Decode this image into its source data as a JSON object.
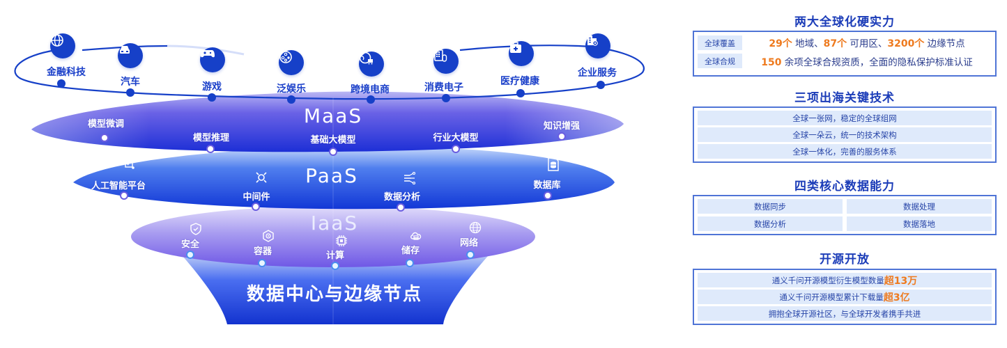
{
  "colors": {
    "primary_blue": "#1640c8",
    "heading_blue": "#1b3cb8",
    "accent_orange": "#ee7a1e",
    "row_bg": "#dfeafb",
    "box_border": "#4f74d6"
  },
  "industries": [
    {
      "label": "金融科技",
      "icon": "globe-icon"
    },
    {
      "label": "汽车",
      "icon": "car-icon"
    },
    {
      "label": "游戏",
      "icon": "gamepad-icon"
    },
    {
      "label": "泛娱乐",
      "icon": "film-reel-icon"
    },
    {
      "label": "跨境电商",
      "icon": "globe-cart-icon"
    },
    {
      "label": "消费电子",
      "icon": "keypad-mouse-icon"
    },
    {
      "label": "医疗健康",
      "icon": "medical-kit-icon"
    },
    {
      "label": "企业服务",
      "icon": "enterprise-building-icon"
    }
  ],
  "layers": {
    "maas": {
      "title": "MaaS",
      "items": [
        "模型微调",
        "模型推理",
        "基础大模型",
        "行业大模型",
        "知识增强"
      ]
    },
    "paas": {
      "title": "PaaS",
      "items": [
        {
          "label": "人工智能平台",
          "icon": "ai-platform-icon"
        },
        {
          "label": "中间件",
          "icon": "middleware-icon"
        },
        {
          "label": "数据分析",
          "icon": "data-analysis-icon"
        },
        {
          "label": "数据库",
          "icon": "database-icon"
        }
      ]
    },
    "iaas": {
      "title": "IaaS",
      "items": [
        {
          "label": "安全",
          "icon": "shield-icon"
        },
        {
          "label": "容器",
          "icon": "container-icon"
        },
        {
          "label": "计算",
          "icon": "chip-icon"
        },
        {
          "label": "储存",
          "icon": "cloud-storage-icon"
        },
        {
          "label": "网络",
          "icon": "network-globe-icon"
        }
      ]
    },
    "base": {
      "title": "数据中心与边缘节点"
    }
  },
  "panel": {
    "hardware": {
      "title": "两大全球化硬实力",
      "rows": [
        {
          "tag": "全球覆盖",
          "parts": [
            {
              "text": "29个",
              "hl": true
            },
            {
              "text": " 地域、",
              "hl": false
            },
            {
              "text": "87个",
              "hl": true
            },
            {
              "text": " 可用区、",
              "hl": false
            },
            {
              "text": "3200个",
              "hl": true
            },
            {
              "text": " 边缘节点",
              "hl": false
            }
          ]
        },
        {
          "tag": "全球合规",
          "parts": [
            {
              "text": "150",
              "hl": true
            },
            {
              "text": " 余项全球合规资质，全面的隐私保护标准认证",
              "hl": false
            }
          ]
        }
      ]
    },
    "tech": {
      "title": "三项出海关键技术",
      "rows": [
        "全球一张网，稳定的全球组网",
        "全球一朵云，统一的技术架构",
        "全球一体化，完善的服务体系"
      ]
    },
    "data": {
      "title": "四类核心数据能力",
      "cells": [
        "数据同步",
        "数据处理",
        "数据分析",
        "数据落地"
      ]
    },
    "open": {
      "title": "开源开放",
      "rows": [
        {
          "text": "通义千问开源模型衍生模型数量 ",
          "hl": "超13万"
        },
        {
          "text": "通义千问开源模型累计下载量 ",
          "hl": "超3亿"
        },
        {
          "text": "拥抱全球开源社区，与全球开发者携手共进",
          "hl": ""
        }
      ]
    }
  }
}
